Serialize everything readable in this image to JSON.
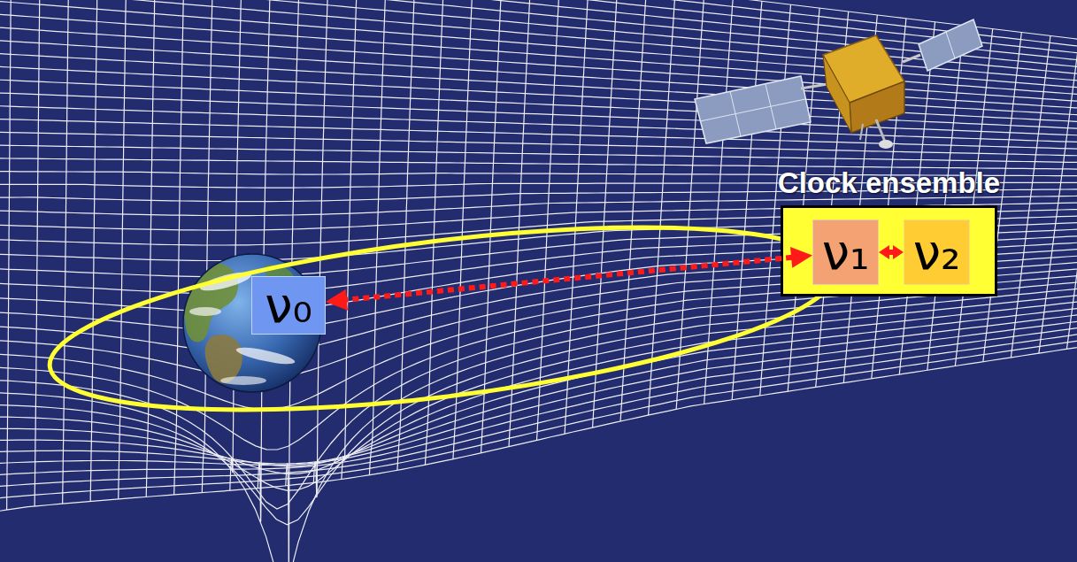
{
  "diagram": {
    "nodes": [
      {
        "text": [
          "Clock ensemble"
        ]
      },
      {
        "text": [
          "ν₁"
        ],
        "in": 0
      },
      {
        "text": [
          "ν₂"
        ],
        "in": 0
      },
      {
        "text": [
          "ν₀"
        ]
      }
    ],
    "edges": [
      {
        "from": 1,
        "to": 2,
        "arrow": "both"
      },
      {
        "from": 1,
        "to": 3,
        "arrow": "both"
      }
    ]
  }
}
